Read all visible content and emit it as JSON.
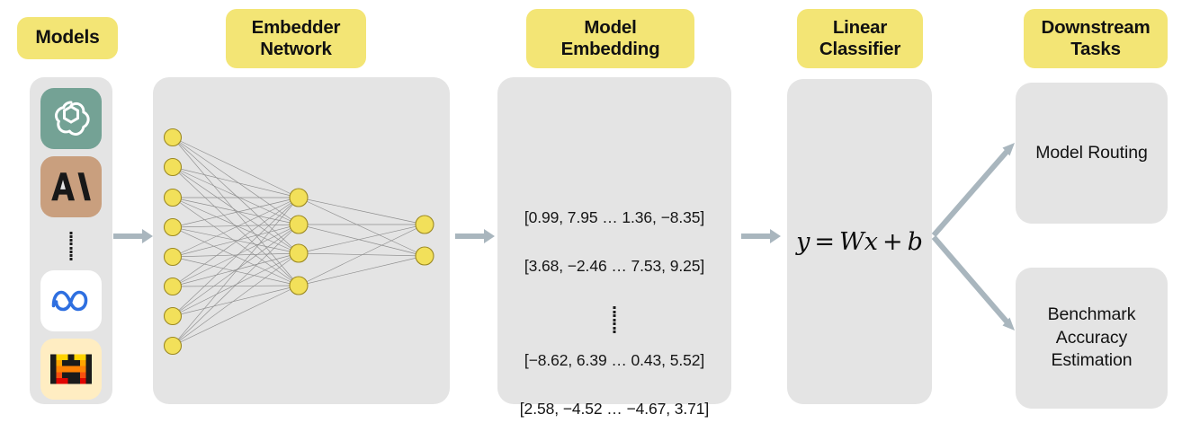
{
  "diagram": {
    "title": "Model Embedding Pipeline",
    "accent_yellow": "#f3e575",
    "panel_grey": "#e4e4e4",
    "arrow_grey": "#a9b6be",
    "node_yellow": "#f2e05a"
  },
  "stages": {
    "models": {
      "header": "Models",
      "logos": [
        {
          "name": "openai-logo",
          "bg": "#74a295"
        },
        {
          "name": "anthropic-logo",
          "bg": "#c99f7e"
        },
        {
          "name": "meta-logo",
          "bg": "#ffffff"
        },
        {
          "name": "mistral-logo",
          "bg": "#ffedc2"
        }
      ]
    },
    "embedder": {
      "header": "Embedder\nNetwork",
      "layers": [
        8,
        4,
        2
      ]
    },
    "embedding": {
      "header": "Model\nEmbedding",
      "vectors": [
        "[0.99, 7.95 … 1.36, −8.35]",
        "[3.68, −2.46 … 7.53, 9.25]",
        "[−8.62, 6.39 … 0.43, 5.52]",
        "[2.58, −4.52 … −4.67, 3.71]"
      ]
    },
    "classifier": {
      "header": "Linear\nClassifier",
      "formula": {
        "lhs": "y",
        "eq": "=",
        "w": "W",
        "x": "x",
        "plus": "+",
        "b": "b"
      }
    },
    "downstream": {
      "header": "Downstream\nTasks",
      "tasks": [
        "Model Routing",
        "Benchmark\nAccuracy\nEstimation"
      ]
    }
  }
}
